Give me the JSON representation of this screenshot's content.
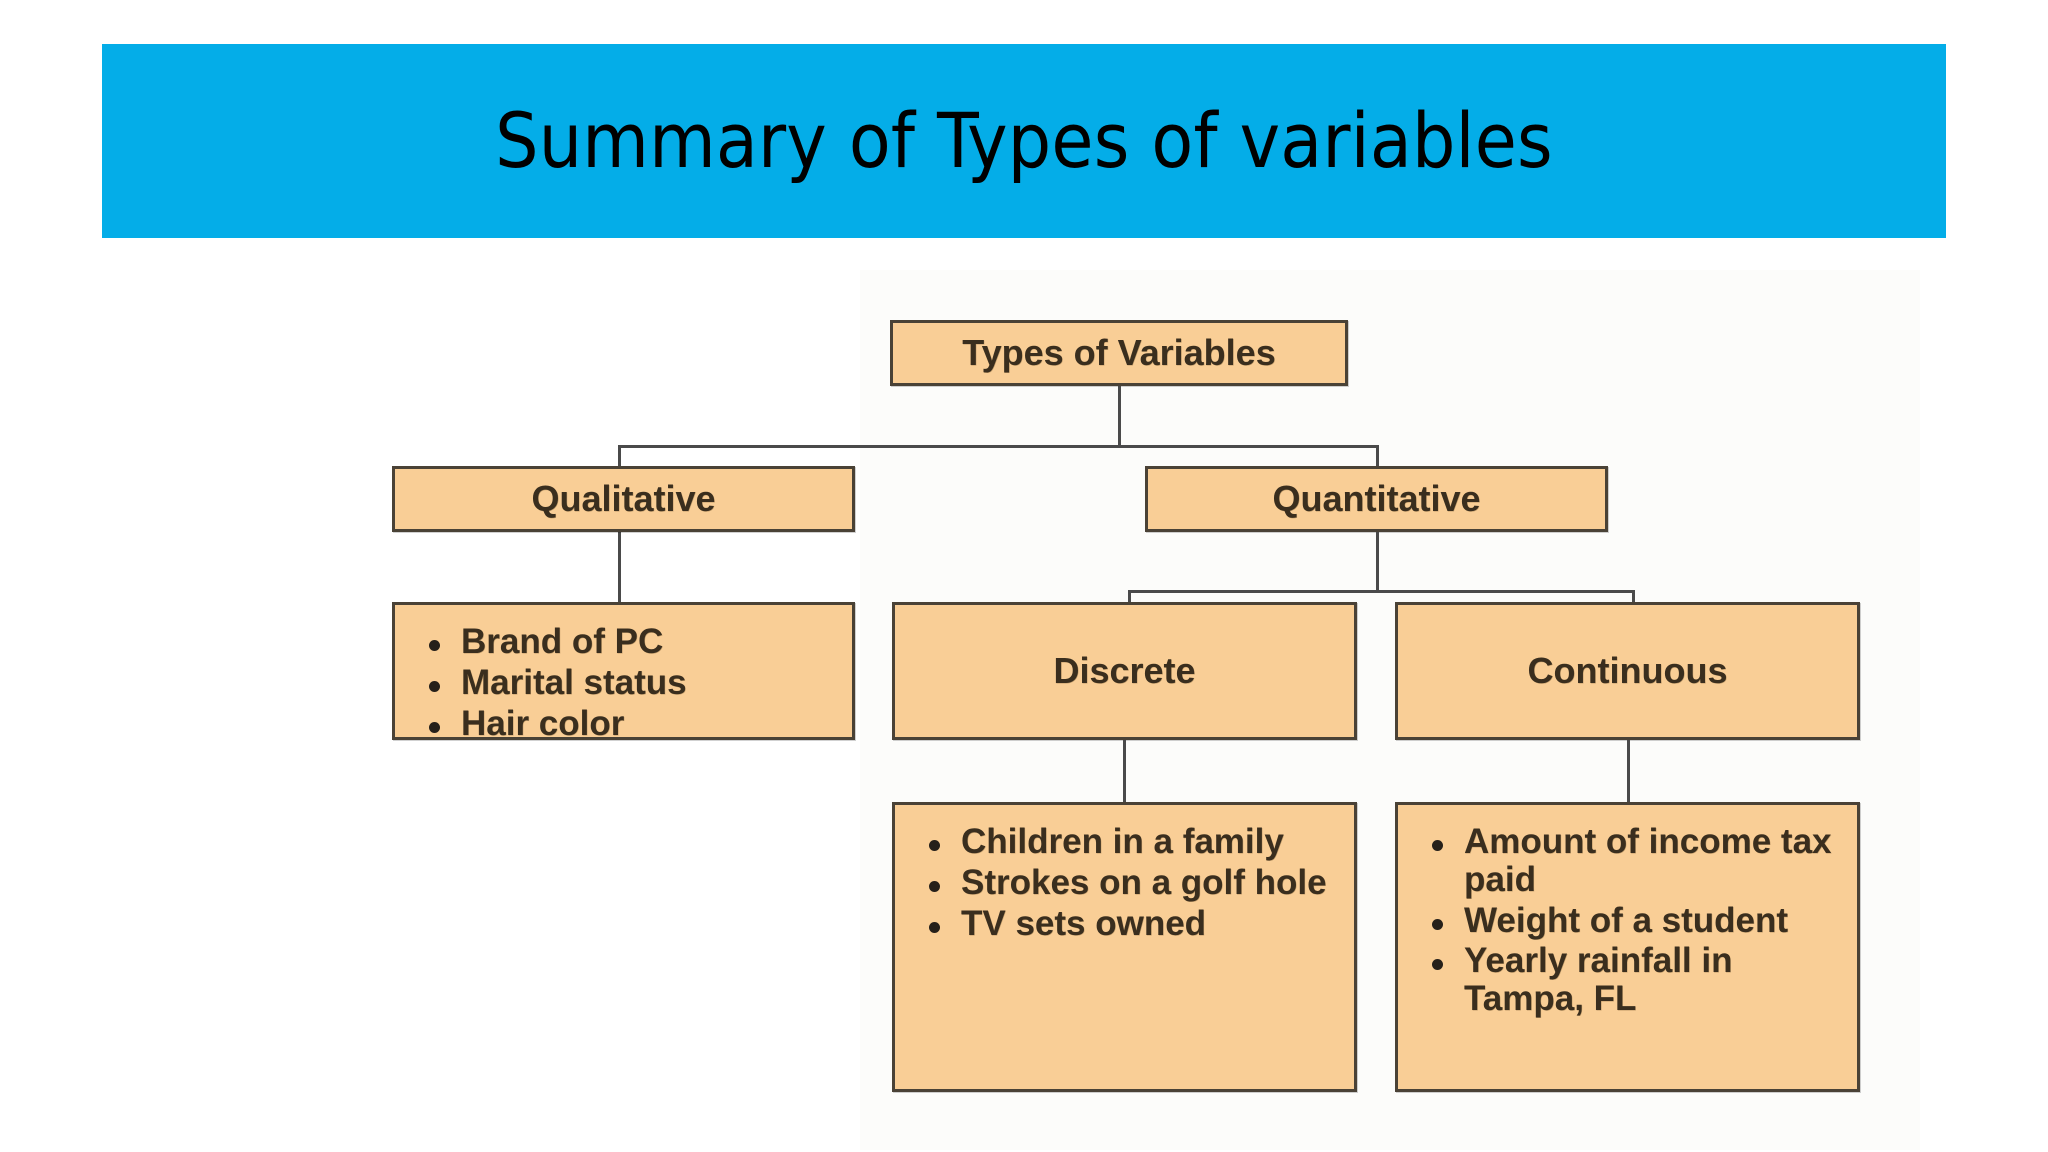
{
  "slide": {
    "title": "Summary of Types of variables",
    "banner_color": "#04ADE8",
    "background_color": "#FFFFFF"
  },
  "diagram": {
    "type": "tree",
    "node_fill": "#F9CE96",
    "node_border": "#4A4236",
    "connector_color": "#4A4A4A",
    "root": {
      "label": "Types of Variables"
    },
    "level2": [
      {
        "label": "Qualitative"
      },
      {
        "label": "Quantitative"
      }
    ],
    "level3": [
      {
        "label": "Discrete"
      },
      {
        "label": "Continuous"
      }
    ],
    "examples": {
      "qualitative": [
        "Brand of PC",
        "Marital status",
        "Hair color"
      ],
      "discrete": [
        "Children in a family",
        "Strokes on a golf hole",
        "TV sets owned"
      ],
      "continuous": [
        "Amount of income tax paid",
        "Weight of a student",
        "Yearly rainfall in Tampa, FL"
      ]
    }
  }
}
